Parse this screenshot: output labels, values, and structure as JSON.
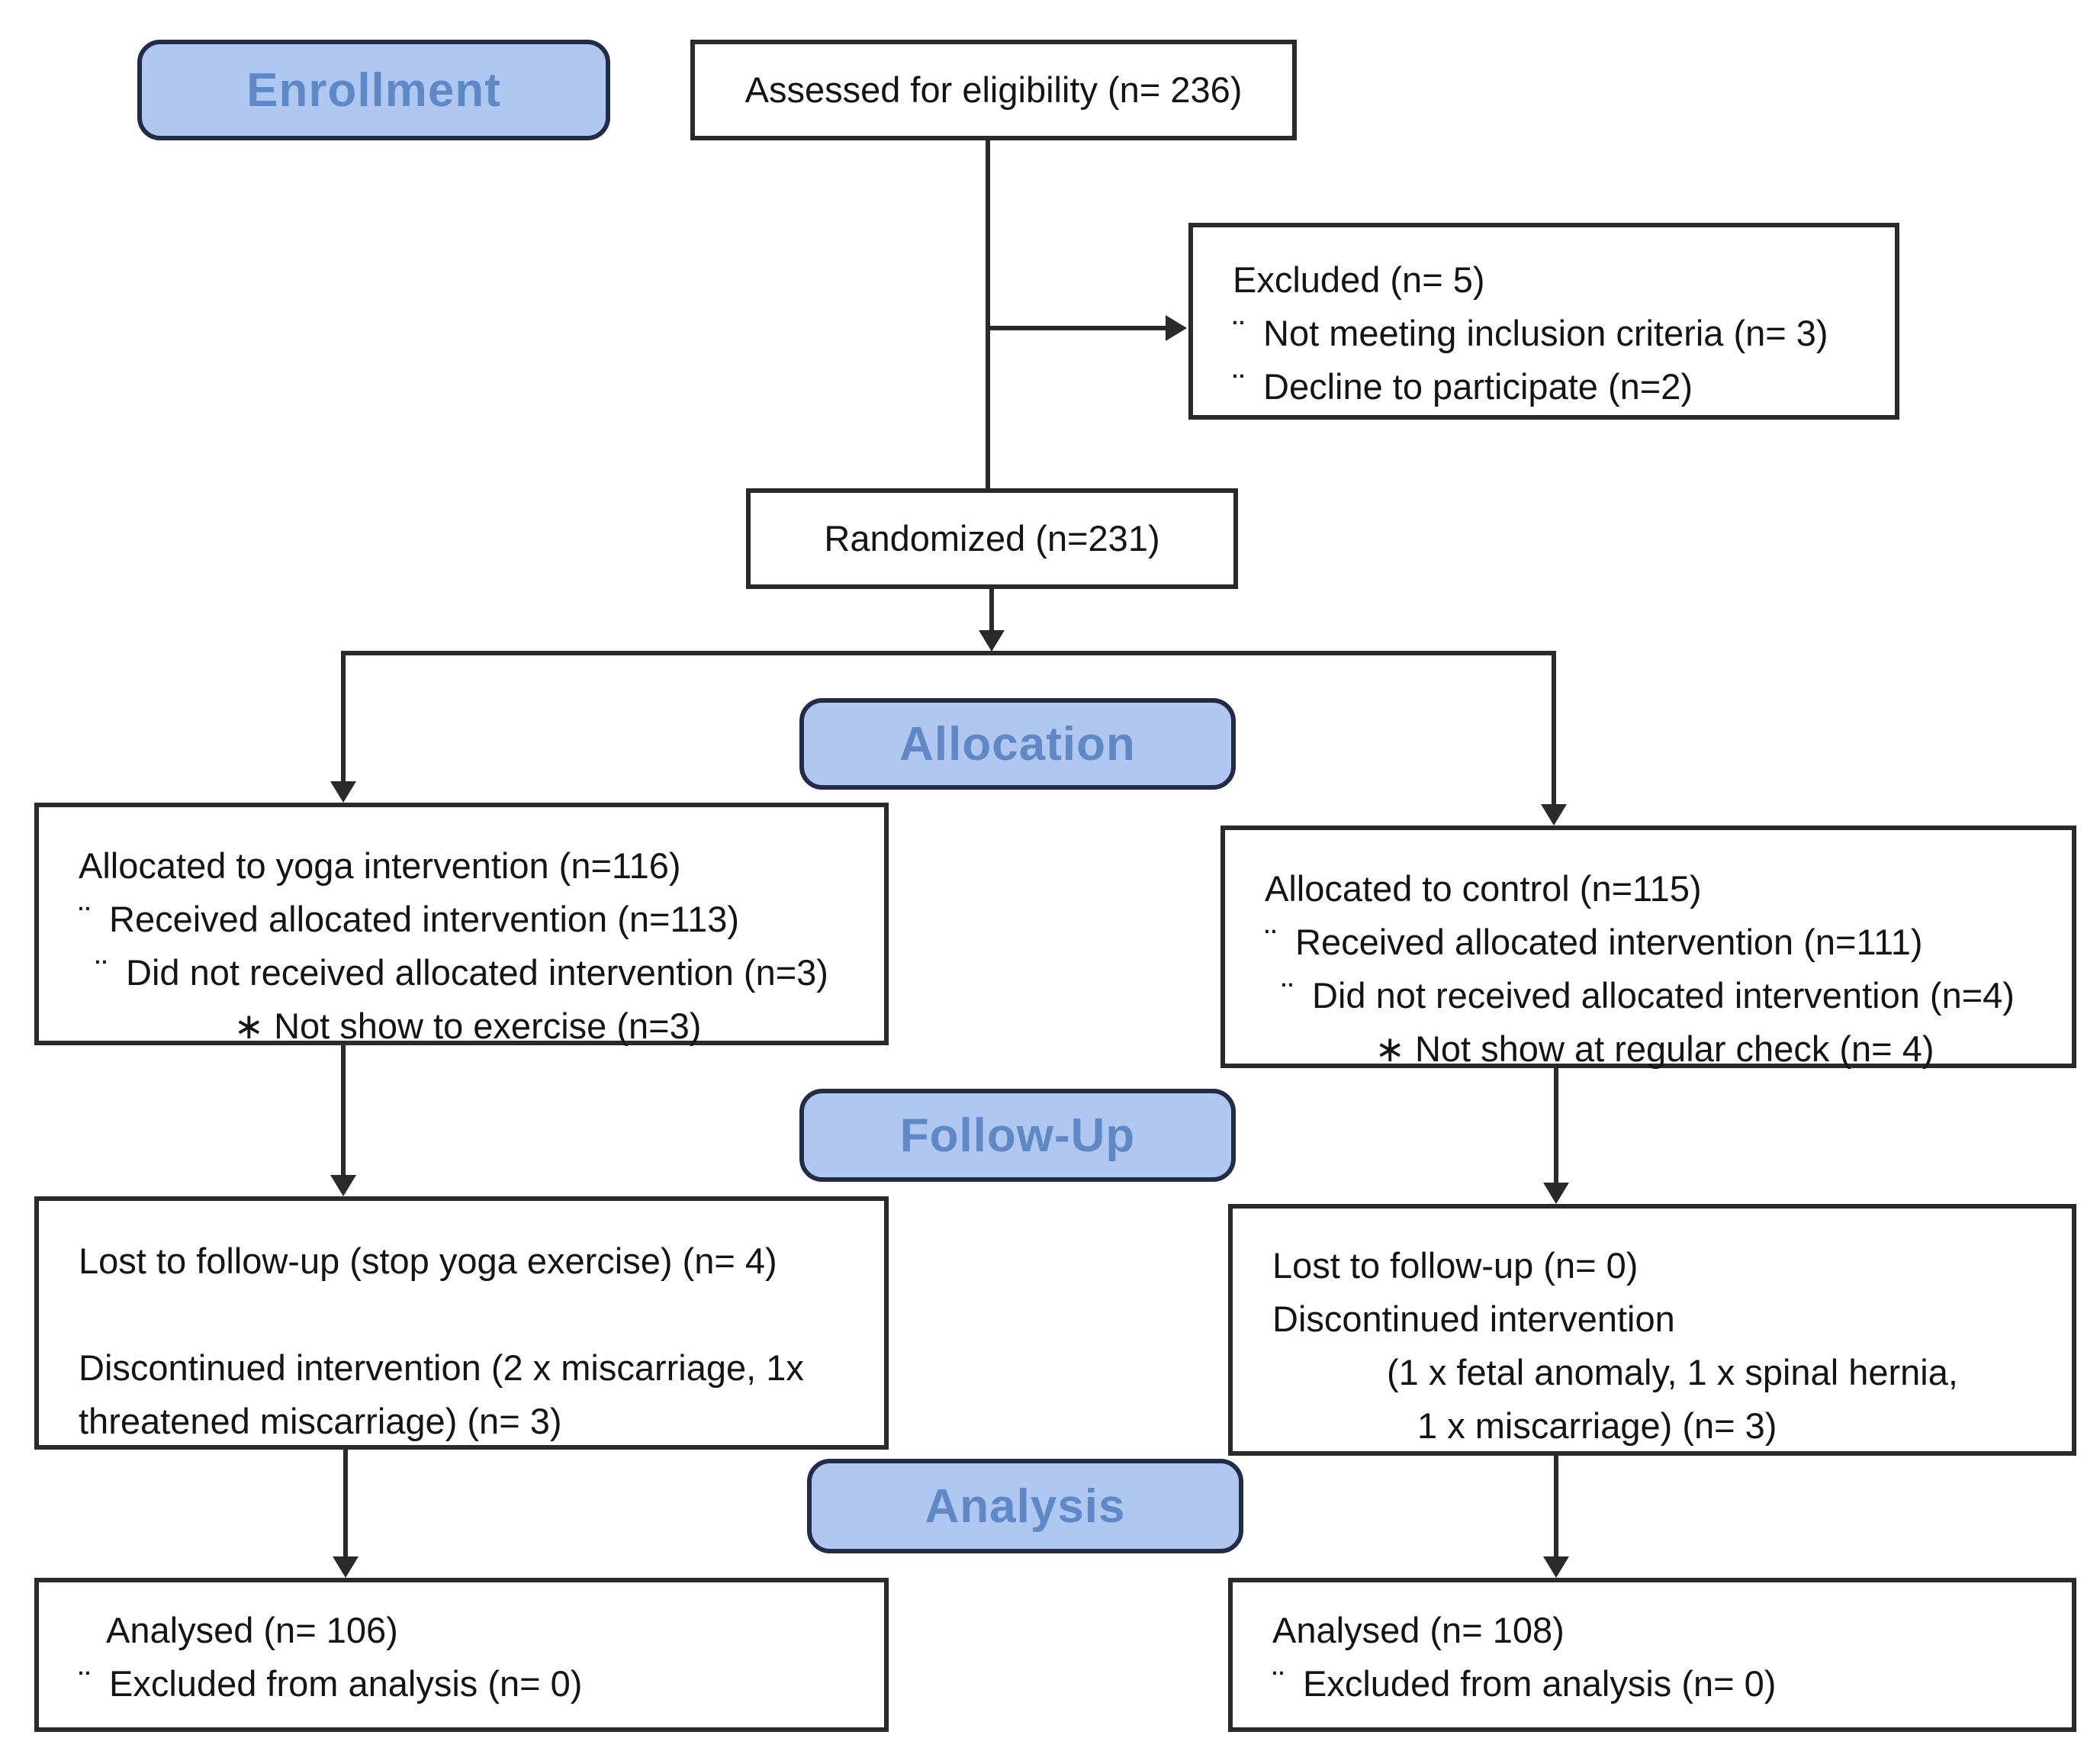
{
  "colors": {
    "badge_fill": "#b0c7f2",
    "badge_border": "#222c48",
    "badge_text": "#5e88c6",
    "box_border": "#2a2a2a",
    "box_fill": "#ffffff",
    "connector": "#2a2a2a",
    "text": "#141414",
    "background": "#ffffff"
  },
  "badges": {
    "enrollment": "Enrollment",
    "allocation": "Allocation",
    "follow_up": "Follow-Up",
    "analysis": "Analysis"
  },
  "bullets": {
    "dot": "¨",
    "star": "∗"
  },
  "boxes": {
    "assessed": {
      "text": "Assessed for eligibility (n= 236)"
    },
    "excluded": {
      "title": "Excluded (n= 5)",
      "items": [
        "Not meeting inclusion criteria (n= 3)",
        "Decline to participate (n=2)"
      ]
    },
    "randomized": {
      "text": "Randomized (n=231)"
    },
    "allocation_yoga": {
      "title": "Allocated to yoga intervention (n=116)",
      "items": [
        "Received allocated intervention (n=113)",
        "Did not received allocated intervention (n=3)"
      ],
      "sub_item": "Not show to exercise (n=3)"
    },
    "allocation_control": {
      "title": "Allocated to control (n=115)",
      "items": [
        "Received allocated intervention (n=111)",
        "Did not received allocated intervention (n=4)"
      ],
      "sub_item": "Not show at regular check (n= 4)"
    },
    "followup_yoga": {
      "line1": "Lost to follow-up (stop yoga exercise) (n= 4)",
      "line2": "Discontinued intervention (2 x miscarriage, 1x",
      "line3": "threatened miscarriage) (n= 3)"
    },
    "followup_control": {
      "line1": "Lost to follow-up (n= 0)",
      "line2": "Discontinued intervention",
      "line3": "(1 x fetal anomaly, 1 x spinal hernia,",
      "line4": "1 x miscarriage) (n= 3)"
    },
    "analysis_yoga": {
      "title": "Analysed (n= 106)",
      "item": "Excluded from analysis (n= 0)"
    },
    "analysis_control": {
      "title": "Analysed (n= 108)",
      "item": "Excluded from analysis (n= 0)"
    }
  }
}
